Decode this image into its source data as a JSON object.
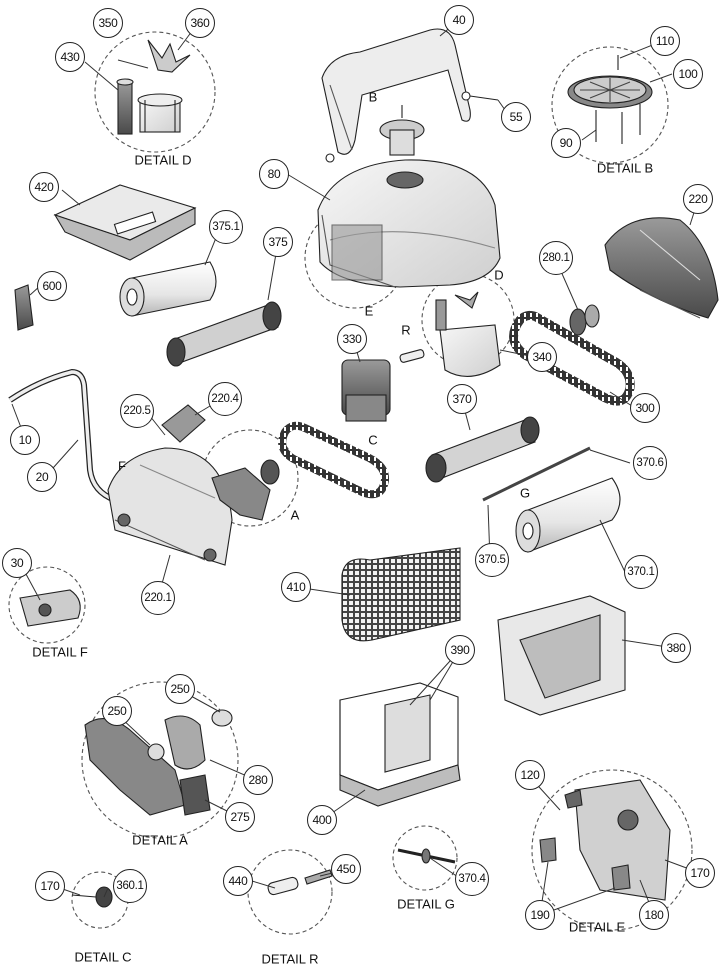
{
  "colors": {
    "line": "#222222",
    "part_light": "#e8e8e8",
    "part_mid": "#bdbdbd",
    "part_dark": "#6f6f6f",
    "belt": "#3a3a3a"
  },
  "callouts": {
    "c350": "350",
    "c360": "360",
    "c430": "430",
    "c40": "40",
    "c55": "55",
    "c110": "110",
    "c100": "100",
    "c90": "90",
    "c80": "80",
    "c420": "420",
    "c600": "600",
    "c375_1": "375.1",
    "c375": "375",
    "c220": "220",
    "c280_1": "280.1",
    "c330": "330",
    "c340": "340",
    "c300": "300",
    "c10": "10",
    "c20": "20",
    "c220_5": "220.5",
    "c220_4": "220.4",
    "c370": "370",
    "c370_6": "370.6",
    "c220_1": "220.1",
    "c370_5": "370.5",
    "c370_1": "370.1",
    "c30": "30",
    "c410": "410",
    "c380": "380",
    "c250a": "250",
    "c250b": "250",
    "c280": "280",
    "c275": "275",
    "c390": "390",
    "c400": "400",
    "c120": "120",
    "c170a": "170",
    "c170b": "170",
    "c360_1": "360.1",
    "c440": "440",
    "c450": "450",
    "c370_4": "370.4",
    "c190": "190",
    "c180": "180"
  },
  "details": {
    "d": "DETAIL D",
    "b": "DETAIL B",
    "f": "DETAIL F",
    "a": "DETAIL A",
    "c": "DETAIL C",
    "r": "DETAIL R",
    "g": "DETAIL G",
    "e": "DETAIL E"
  },
  "letters": {
    "b": "B",
    "d": "D",
    "e": "E",
    "r": "R",
    "c": "C",
    "f": "F",
    "a": "A",
    "g": "G"
  }
}
